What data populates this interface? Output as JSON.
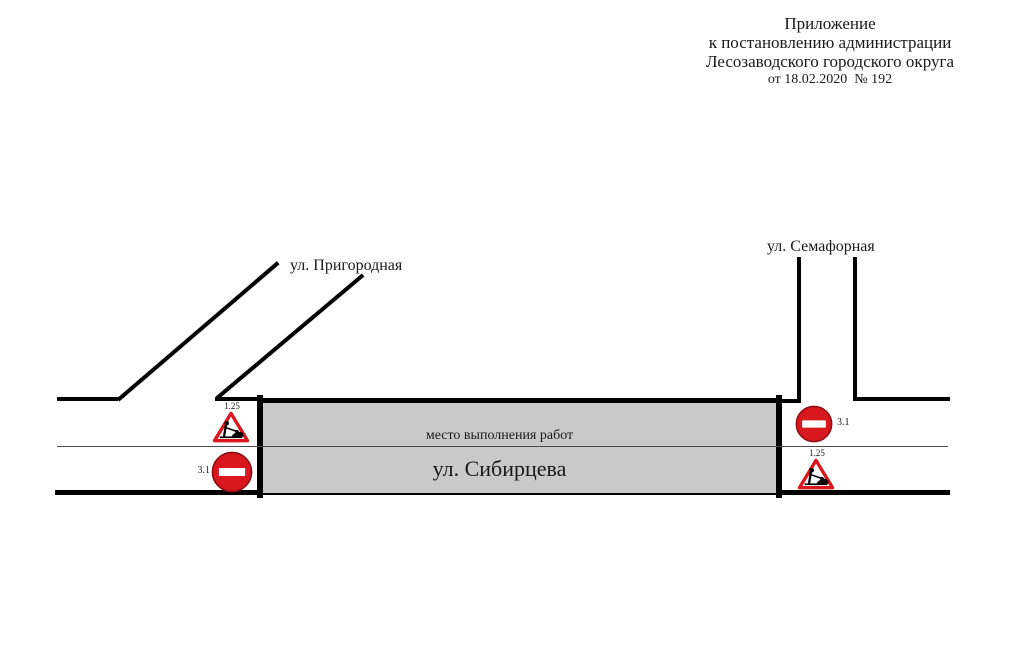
{
  "header": {
    "lines": [
      "Приложение",
      "к постановлению администрации",
      "Лесозаводского городского округа",
      "от 18.02.2020  № 192"
    ]
  },
  "streets": {
    "prigorodnaya_label": "ул. Пригородная",
    "semafornaya_label": "ул. Семафорная",
    "sibirtseva_label": "ул. Сибирцева"
  },
  "work_zone": {
    "label": "место выполнения работ"
  },
  "signs": {
    "left_roadworks_code": "1.25",
    "left_no_entry_code": "3.1",
    "right_no_entry_code": "3.1",
    "right_roadworks_code": "1.25"
  },
  "colors": {
    "sign_red": "#d8171e",
    "sign_red_dark": "#8f0d12",
    "work_zone_fill": "#c9c9c9",
    "line_black": "#000000",
    "center_line_gray": "#4d4d4d"
  }
}
